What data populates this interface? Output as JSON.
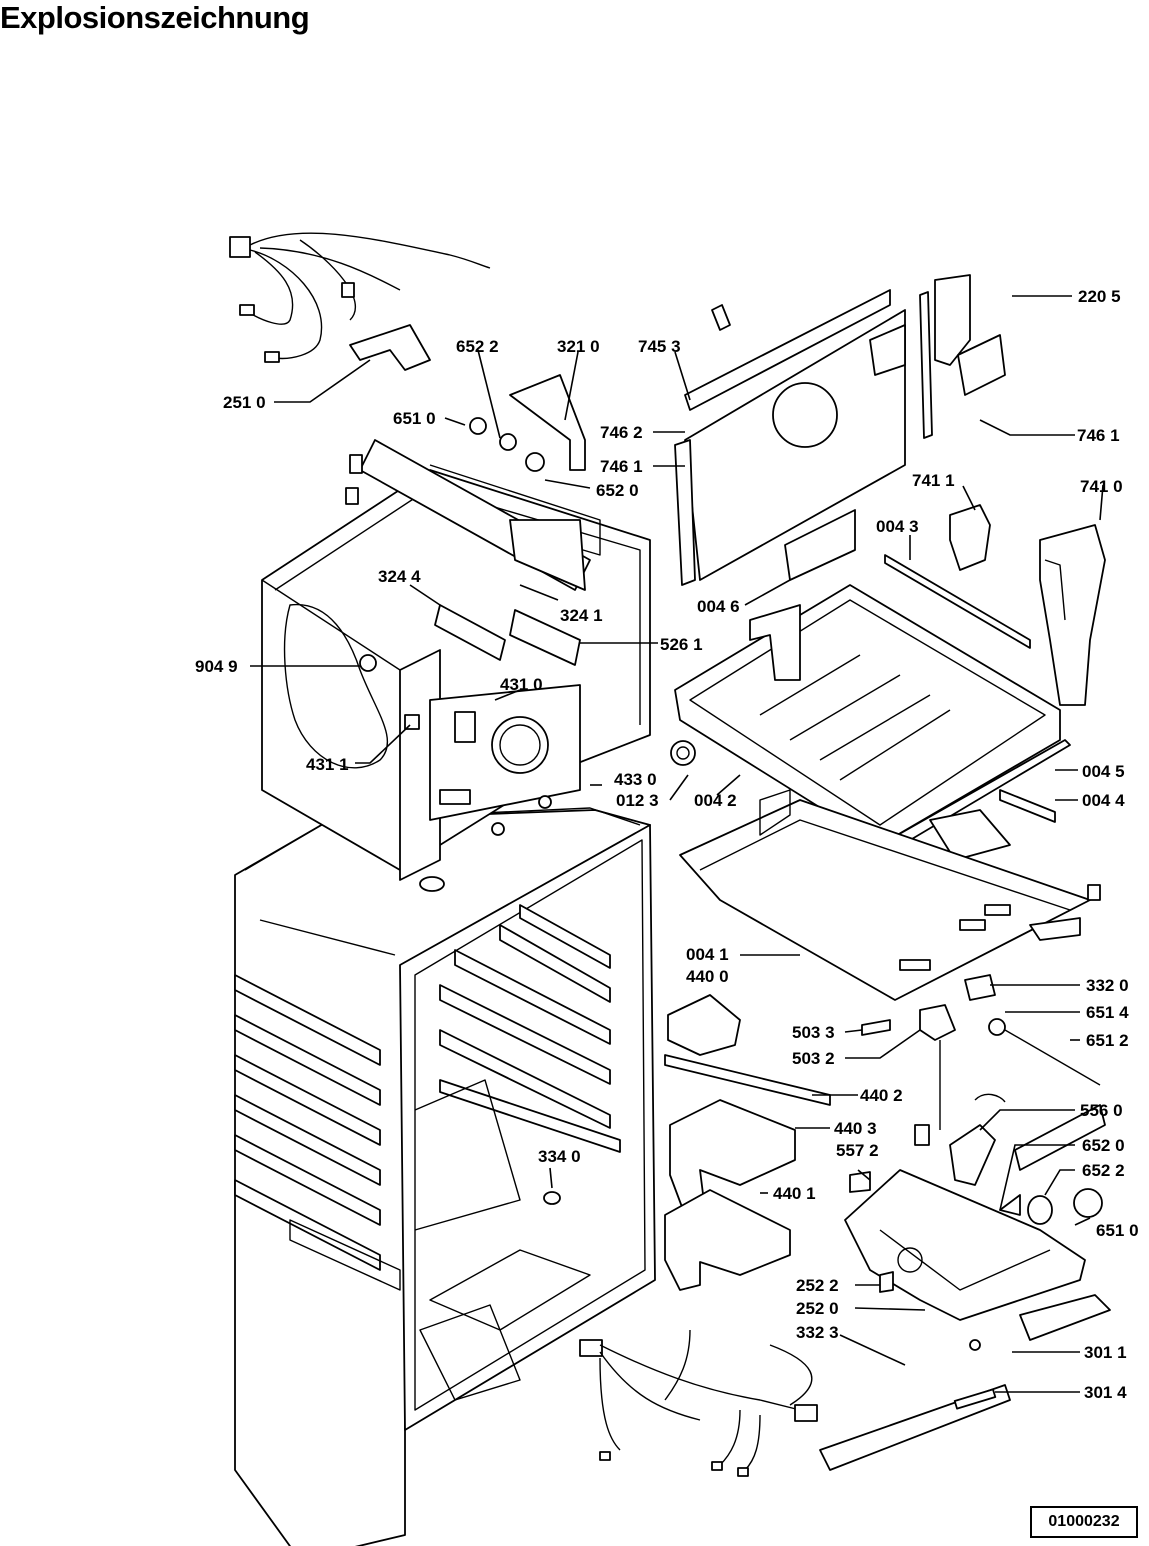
{
  "title": "Explosionszeichnung",
  "document_number": "01000232",
  "part_labels": [
    "220 5",
    "251 0",
    "652 2",
    "321 0",
    "745 3",
    "746 2",
    "651 0",
    "746 1",
    "652 0",
    "746 1",
    "741 1",
    "741 0",
    "004 3",
    "324 4",
    "004 6",
    "324 1",
    "526 1",
    "904 9",
    "431 0",
    "431 1",
    "433 0",
    "012 3",
    "004 2",
    "004 5",
    "004 4",
    "004 1",
    "440 0",
    "332 0",
    "651 4",
    "503 3",
    "651 2",
    "503 2",
    "440 2",
    "556 0",
    "440 3",
    "557 2",
    "652 0",
    "652 2",
    "440 1",
    "334 0",
    "651 0",
    "252 2",
    "252 0",
    "332 3",
    "301 1",
    "301 4"
  ]
}
